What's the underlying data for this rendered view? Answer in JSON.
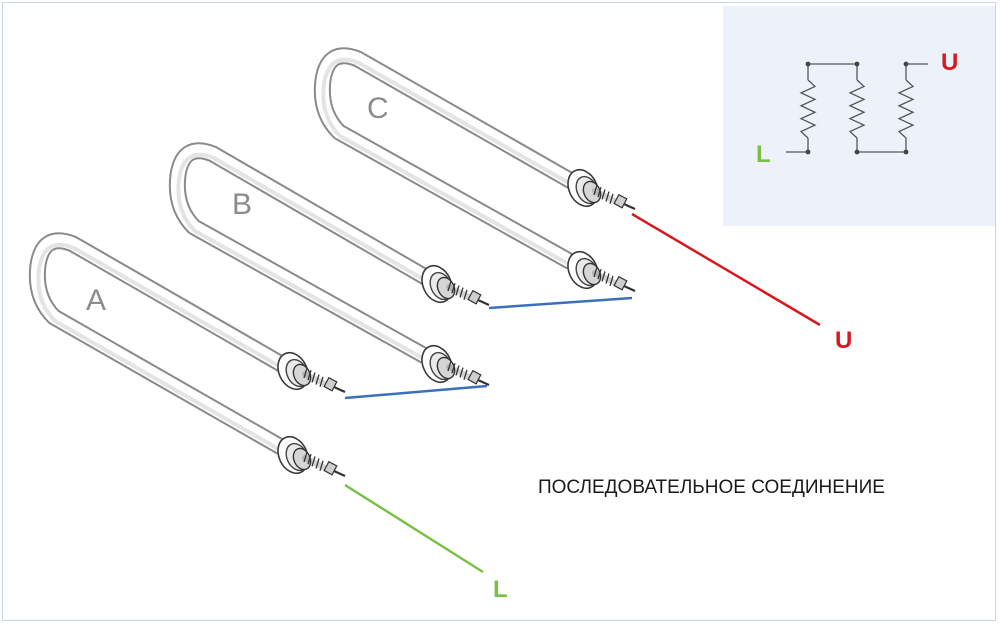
{
  "elements": [
    {
      "id": "A",
      "label": "A"
    },
    {
      "id": "B",
      "label": "B"
    },
    {
      "id": "C",
      "label": "C"
    }
  ],
  "wires": {
    "live": {
      "label": "L",
      "color": "#7ac143"
    },
    "neutral": {
      "label": "U",
      "color": "#d7191f"
    },
    "jumper": {
      "color": "#3d6fbf"
    }
  },
  "schematic": {
    "background": "#edf2fa",
    "left_terminal": "L",
    "right_terminal": "U"
  },
  "caption": "ПОСЛЕДОВАТЕЛЬНОЕ СОЕДИНЕНИЕ"
}
